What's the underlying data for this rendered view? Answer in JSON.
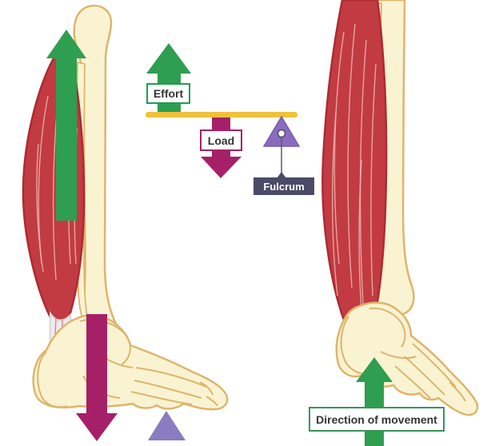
{
  "diagram": {
    "lever": {
      "effort_label": "Effort",
      "load_label": "Load",
      "fulcrum_label": "Fulcrum"
    },
    "movement_label": "Direction of movement"
  },
  "colors": {
    "effort_arrow_green": "#2E9E50",
    "load_arrow_magenta": "#A62067",
    "lever_bar_yellow": "#F0C13B",
    "fulcrum_triangle_purple": "#8A6BBE",
    "toe_pivot_triangle_purple": "#8A7CC2",
    "fulcrum_box_dark": "#4B4A68",
    "muscle_red": "#C23B42",
    "muscle_outline_red": "#AC2B33",
    "bone_fill_cream": "#FAF3D2",
    "bone_outline_tan": "#DDB56B",
    "tendon_fill": "#ECECEF",
    "label_text": "#333333",
    "background": "#FFFFFF"
  }
}
